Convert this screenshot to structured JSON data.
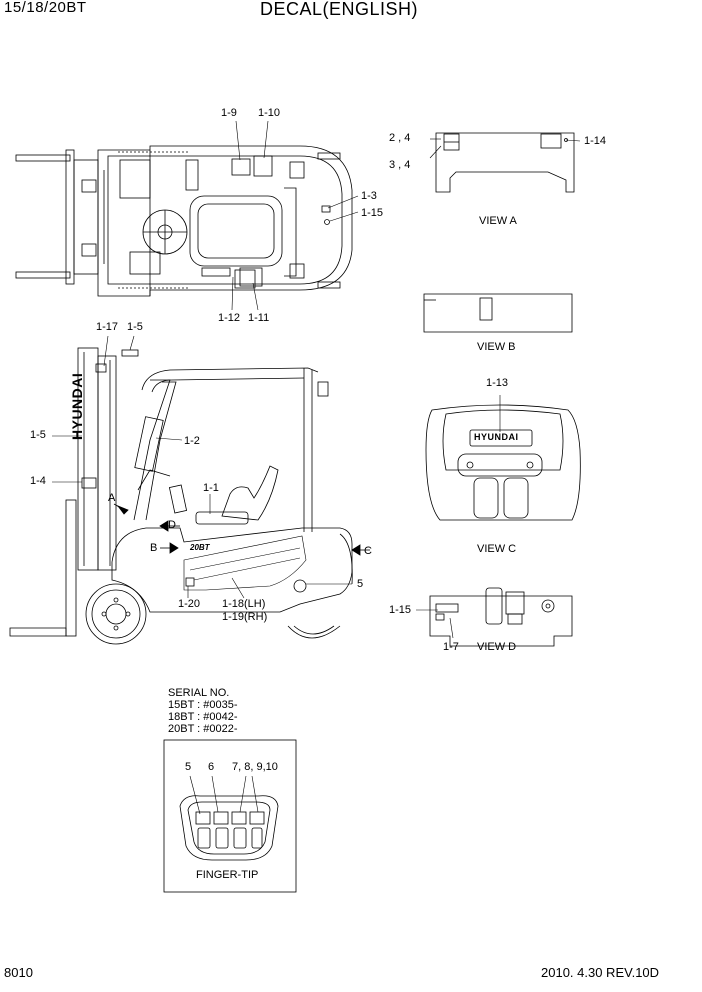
{
  "header": {
    "model": "15/18/20BT",
    "title": "DECAL(ENGLISH)"
  },
  "footer": {
    "page": "8010",
    "date_rev": "2010. 4.30  REV.10D"
  },
  "callouts": {
    "c1_9": "1-9",
    "c1_10": "1-10",
    "c1_3": "1-3",
    "c1_15_top": "1-15",
    "c1_12": "1-12",
    "c1_11": "1-11",
    "c2_4": "2 , 4",
    "c3_4": "3 , 4",
    "c1_14": "1-14",
    "c1_17": "1-17",
    "c1_5_top": "1-5",
    "c1_5_mast": "1-5",
    "c1_4": "1-4",
    "c1_2": "1-2",
    "c1_1": "1-1",
    "cA": "A",
    "cD": "D",
    "cB": "B",
    "cC": "C",
    "c5_side": "5",
    "c1_20": "1-20",
    "c1_18": "1-18(LH)",
    "c1_19": "1-19(RH)",
    "c1_13": "1-13",
    "c1_15_d": "1-15",
    "c1_7": "1-7",
    "f5": "5",
    "f6": "6",
    "f7810": "7, 8, 9,10"
  },
  "views": {
    "a": "VIEW A",
    "b": "VIEW B",
    "c": "VIEW C",
    "d": "VIEW D"
  },
  "brand": {
    "mast": "HYUNDAI",
    "panel": "HYUNDAI",
    "model_badge": "20BT"
  },
  "serial": {
    "title": "SERIAL NO.",
    "l15": "15BT : #0035-",
    "l18": "18BT : #0042-",
    "l20": "20BT : #0022-"
  },
  "finger_tip_label": "FINGER-TIP"
}
